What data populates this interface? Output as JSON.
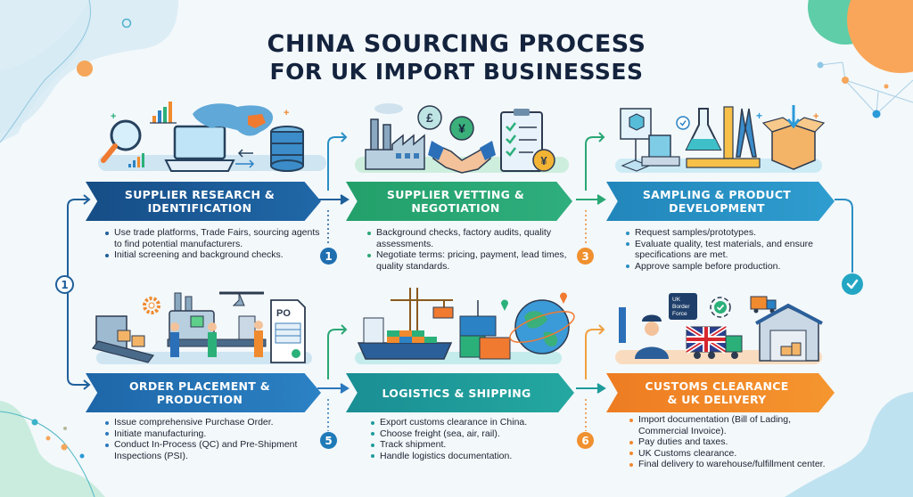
{
  "title": {
    "line1": "CHINA SOURCING PROCESS",
    "line2": "FOR UK IMPORT BUSINESSES"
  },
  "colors": {
    "title": "#14233d",
    "step1": "#1f5f9a",
    "step2": "#2aa774",
    "step3": "#2a8fc4",
    "step4": "#2b78bd",
    "step5": "#1e9b9a",
    "step6": "#f0882e"
  },
  "steps": [
    {
      "id": 1,
      "title_line1": "SUPPLIER RESEARCH &",
      "title_line2": "IDENTIFICATION",
      "bullets": [
        "Use trade platforms, Trade Fairs, sourcing agents to find potential manufacturers.",
        "Initial screening and background checks."
      ],
      "icons": [
        "magnifier-icon",
        "laptop-icon",
        "world-map-icon",
        "database-icon",
        "bar-chart-icon"
      ]
    },
    {
      "id": 2,
      "title_line1": "SUPPLIER VETTING &",
      "title_line2": "NEGOTIATION",
      "bullets": [
        "Background checks, factory audits, quality assessments.",
        "Negotiate terms: pricing, payment, lead times, quality standards."
      ],
      "icons": [
        "factory-icon",
        "pound-coin-icon",
        "yen-coin-icon",
        "handshake-icon",
        "checklist-icon"
      ],
      "currency_symbols": [
        "£",
        "¥",
        "¥"
      ]
    },
    {
      "id": 3,
      "title_line1": "SAMPLING & PRODUCT",
      "title_line2": "DEVELOPMENT",
      "bullets": [
        "Request samples/prototypes.",
        "Evaluate quality, test materials, and ensure specifications are met.",
        "Approve sample before production."
      ],
      "icons": [
        "prototype-icon",
        "flask-icon",
        "ruler-icon",
        "pliers-icon",
        "box-icon"
      ]
    },
    {
      "id": 4,
      "title_line1": "ORDER PLACEMENT &",
      "title_line2": "PRODUCTION",
      "bullets": [
        "Issue comprehensive Purchase Order.",
        "Initiate manufacturing.",
        "Conduct In-Process (QC) and Pre-Shipment Inspections (PSI)."
      ],
      "icons": [
        "conveyor-icon",
        "gear-icon",
        "factory-machine-icon",
        "workers-icon",
        "purchase-order-icon"
      ],
      "po_label": "PO"
    },
    {
      "id": 5,
      "title_line1": "LOGISTICS & SHIPPING",
      "title_line2": "",
      "bullets": [
        "Export customs clearance in China.",
        "Choose freight (sea, air, rail).",
        "Track shipment.",
        "Handle logistics documentation."
      ],
      "icons": [
        "cargo-ship-icon",
        "crane-icon",
        "container-icon",
        "globe-icon"
      ]
    },
    {
      "id": 6,
      "title_line1": "CUSTOMS CLEARANCE",
      "title_line2": "& UK DELIVERY",
      "bullets": [
        "Import documentation (Bill of Lading, Commercial Invoice).",
        "Pay duties and taxes.",
        "UK Customs clearance.",
        "Final delivery to warehouse/fulfillment center."
      ],
      "icons": [
        "customs-officer-icon",
        "uk-border-force-sign-icon",
        "approval-check-icon",
        "delivery-truck-icon",
        "uk-flag-truck-icon",
        "warehouse-icon"
      ],
      "sign_text": [
        "UK",
        "Border",
        "Force"
      ]
    }
  ],
  "badges": {
    "left_loop": "1",
    "after_step1": "1",
    "after_step2": "3",
    "after_step4": "5",
    "after_step5": "6"
  }
}
